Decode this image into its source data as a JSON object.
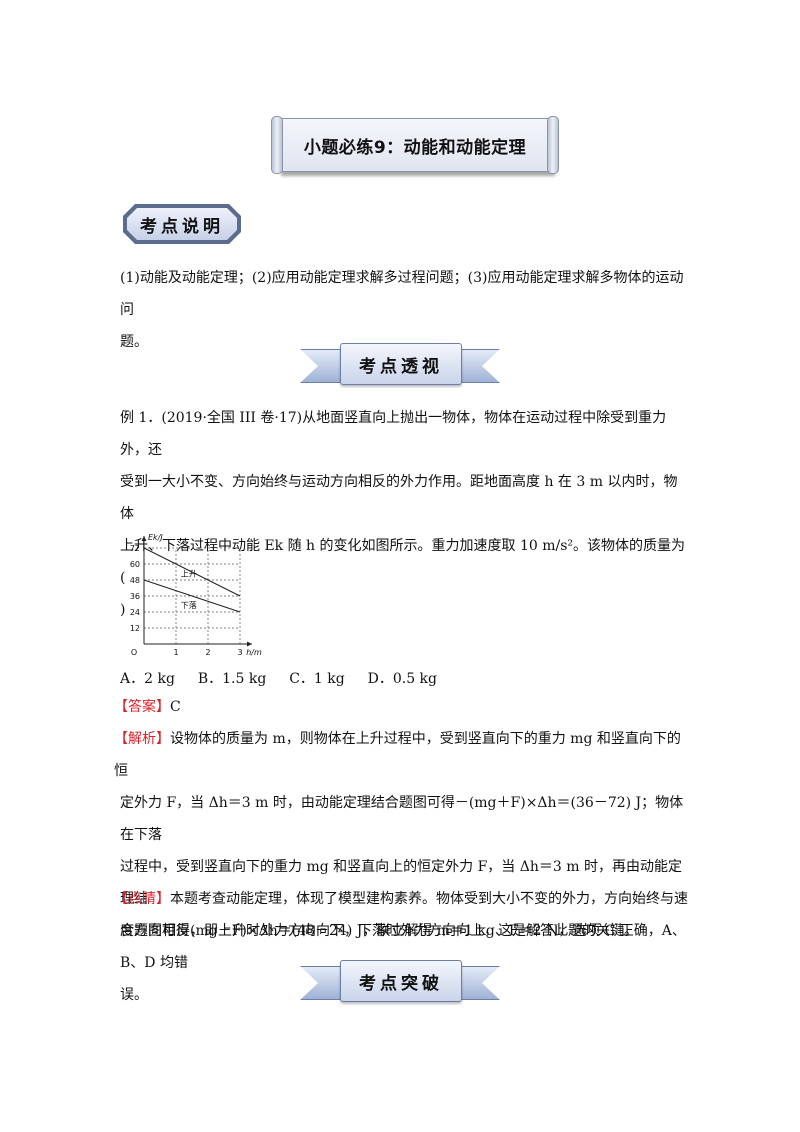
{
  "title": "小题必练9：动能和动能定理",
  "badges": {
    "kaodian_shuoming": "考点说明",
    "kaodian_touxi": "考点透视",
    "kaodian_tupo": "考点突破"
  },
  "intro": {
    "line1": "(1)动能及动能定理；(2)应用动能定理求解多过程问题；(3)应用动能定理求解多物体的运动问",
    "line2": "题。"
  },
  "example": {
    "line1": "例 1．(2019·全国 III 卷·17)从地面竖直向上抛出一物体，物体在运动过程中除受到重力外，还",
    "line2": "受到一大小不变、方向始终与运动方向相反的外力作用。距地面高度 h 在 3 m 以内时，物体",
    "line3": "上升、下落过程中动能 Ek 随 h 的变化如图所示。重力加速度取 10 m/s²。该物体的质量为(",
    "line4": ")"
  },
  "options": {
    "a": "A．2 kg",
    "b": "B．1.5 kg",
    "c": "C．1 kg",
    "d": "D．0.5 kg"
  },
  "answer": {
    "label": "【答案】",
    "value": "C"
  },
  "analysis": {
    "label": "【解析】",
    "line1": "设物体的质量为 m，则物体在上升过程中，受到竖直向下的重力 mg 和竖直向下的恒",
    "line2": "定外力 F，当 Δh＝3 m 时，由动能定理结合题图可得－(mg＋F)×Δh＝(36－72) J；物体在下落",
    "line3": "过程中，受到竖直向下的重力 mg 和竖直向上的恒定外力 F，当 Δh＝3 m 时，再由动能定理结",
    "line4": "合题图可得(mg－F)×Δh＝(48－24) J，联立解得 m＝1 kg、F＝2 N，选项 C 正确，A、B、D 均错",
    "line5": "误。"
  },
  "comment": {
    "label": "【点睛】",
    "line1": "本题考查动能定理，体现了模型建构素养。物体受到大小不变的外力，方向始终与速",
    "line2": "度方向相反，即上升时外力方向向下，下落时外力方向向上，这是解答此题的关键。"
  },
  "chart_data": {
    "type": "line",
    "ylabel": "Ek/J",
    "xlabel": "h/m",
    "origin_label": "O",
    "x_ticks": [
      "1",
      "2",
      "3"
    ],
    "y_ticks": [
      "12",
      "24",
      "36",
      "48",
      "60",
      "72"
    ],
    "xlim": [
      0,
      3
    ],
    "ylim": [
      0,
      72
    ],
    "grid": true,
    "series": [
      {
        "name": "上升",
        "x": [
          0,
          3
        ],
        "y": [
          72,
          36
        ]
      },
      {
        "name": "下落",
        "x": [
          0,
          3
        ],
        "y": [
          48,
          24
        ]
      }
    ]
  }
}
